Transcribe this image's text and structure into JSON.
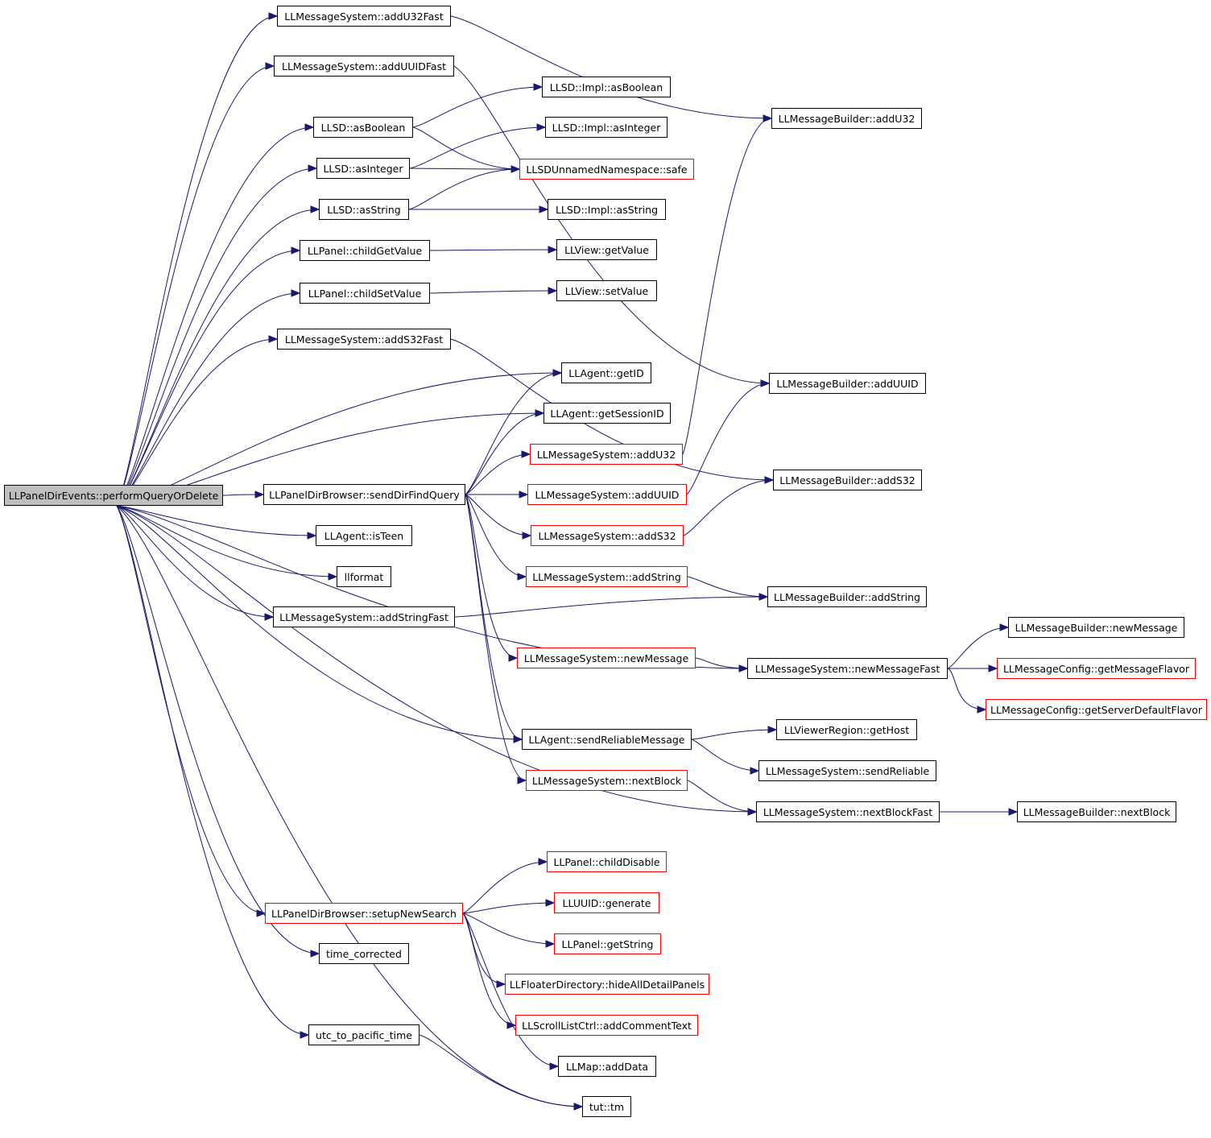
{
  "colors": {
    "edge": "#191970",
    "external_border": "#ff0000",
    "root_fill": "#bfbfbf"
  },
  "nodes": [
    {
      "id": "root",
      "label": "LLPanelDirEvents::performQueryOrDelete",
      "style": "root"
    },
    {
      "id": "addU32Fast",
      "label": "LLMessageSystem::addU32Fast",
      "style": "black"
    },
    {
      "id": "addUUIDFast",
      "label": "LLMessageSystem::addUUIDFast",
      "style": "black"
    },
    {
      "id": "asBoolean",
      "label": "LLSD::asBoolean",
      "style": "black"
    },
    {
      "id": "asInteger",
      "label": "LLSD::asInteger",
      "style": "black"
    },
    {
      "id": "asString",
      "label": "LLSD::asString",
      "style": "black"
    },
    {
      "id": "childGetValue",
      "label": "LLPanel::childGetValue",
      "style": "black"
    },
    {
      "id": "childSetValue",
      "label": "LLPanel::childSetValue",
      "style": "black"
    },
    {
      "id": "addS32Fast",
      "label": "LLMessageSystem::addS32Fast",
      "style": "black"
    },
    {
      "id": "sendDirFindQuery",
      "label": "LLPanelDirBrowser::sendDirFindQuery",
      "style": "black"
    },
    {
      "id": "isTeen",
      "label": "LLAgent::isTeen",
      "style": "black"
    },
    {
      "id": "llformat",
      "label": "llformat",
      "style": "black"
    },
    {
      "id": "addStringFast",
      "label": "LLMessageSystem::addStringFast",
      "style": "black"
    },
    {
      "id": "setupNewSearch",
      "label": "LLPanelDirBrowser::setupNewSearch",
      "style": "red"
    },
    {
      "id": "time_corrected",
      "label": "time_corrected",
      "style": "black"
    },
    {
      "id": "utc_to_pacific_time",
      "label": "utc_to_pacific_time",
      "style": "black"
    },
    {
      "id": "implAsBoolean",
      "label": "LLSD::Impl::asBoolean",
      "style": "black"
    },
    {
      "id": "implAsInteger",
      "label": "LLSD::Impl::asInteger",
      "style": "black"
    },
    {
      "id": "safe",
      "label": "LLSDUnnamedNamespace::safe",
      "style": "red"
    },
    {
      "id": "implAsString",
      "label": "LLSD::Impl::asString",
      "style": "black"
    },
    {
      "id": "getValue",
      "label": "LLView::getValue",
      "style": "black"
    },
    {
      "id": "setValue",
      "label": "LLView::setValue",
      "style": "black"
    },
    {
      "id": "getID",
      "label": "LLAgent::getID",
      "style": "black"
    },
    {
      "id": "getSessionID",
      "label": "LLAgent::getSessionID",
      "style": "black"
    },
    {
      "id": "msAddU32",
      "label": "LLMessageSystem::addU32",
      "style": "red"
    },
    {
      "id": "msAddUUID",
      "label": "LLMessageSystem::addUUID",
      "style": "red"
    },
    {
      "id": "msAddS32",
      "label": "LLMessageSystem::addS32",
      "style": "red"
    },
    {
      "id": "msAddString",
      "label": "LLMessageSystem::addString",
      "style": "red"
    },
    {
      "id": "msNewMessage",
      "label": "LLMessageSystem::newMessage",
      "style": "red"
    },
    {
      "id": "sendReliableMessage",
      "label": "LLAgent::sendReliableMessage",
      "style": "black"
    },
    {
      "id": "msNextBlock",
      "label": "LLMessageSystem::nextBlock",
      "style": "red"
    },
    {
      "id": "childDisable",
      "label": "LLPanel::childDisable",
      "style": "red"
    },
    {
      "id": "generate",
      "label": "LLUUID::generate",
      "style": "red"
    },
    {
      "id": "getString",
      "label": "LLPanel::getString",
      "style": "red"
    },
    {
      "id": "hideAllDetailPanels",
      "label": "LLFloaterDirectory::hideAllDetailPanels",
      "style": "red"
    },
    {
      "id": "addCommentText",
      "label": "LLScrollListCtrl::addCommentText",
      "style": "red"
    },
    {
      "id": "addData",
      "label": "LLMap::addData",
      "style": "black"
    },
    {
      "id": "tutTm",
      "label": "tut::tm",
      "style": "black"
    },
    {
      "id": "mbAddU32",
      "label": "LLMessageBuilder::addU32",
      "style": "black"
    },
    {
      "id": "mbAddUUID",
      "label": "LLMessageBuilder::addUUID",
      "style": "black"
    },
    {
      "id": "mbAddS32",
      "label": "LLMessageBuilder::addS32",
      "style": "black"
    },
    {
      "id": "mbAddString",
      "label": "LLMessageBuilder::addString",
      "style": "black"
    },
    {
      "id": "newMessageFast",
      "label": "LLMessageSystem::newMessageFast",
      "style": "black"
    },
    {
      "id": "getHost",
      "label": "LLViewerRegion::getHost",
      "style": "black"
    },
    {
      "id": "sendReliable",
      "label": "LLMessageSystem::sendReliable",
      "style": "black"
    },
    {
      "id": "nextBlockFast",
      "label": "LLMessageSystem::nextBlockFast",
      "style": "black"
    },
    {
      "id": "mbNewMessage",
      "label": "LLMessageBuilder::newMessage",
      "style": "black"
    },
    {
      "id": "getMessageFlavor",
      "label": "LLMessageConfig::getMessageFlavor",
      "style": "red"
    },
    {
      "id": "getServerDefaultFlavor",
      "label": "LLMessageConfig::getServerDefaultFlavor",
      "style": "red"
    },
    {
      "id": "mbNextBlock",
      "label": "LLMessageBuilder::nextBlock",
      "style": "black"
    }
  ],
  "edges": [
    [
      "root",
      "addU32Fast"
    ],
    [
      "root",
      "addUUIDFast"
    ],
    [
      "root",
      "asBoolean"
    ],
    [
      "root",
      "asInteger"
    ],
    [
      "root",
      "asString"
    ],
    [
      "root",
      "childGetValue"
    ],
    [
      "root",
      "childSetValue"
    ],
    [
      "root",
      "addS32Fast"
    ],
    [
      "root",
      "getID"
    ],
    [
      "root",
      "getSessionID"
    ],
    [
      "root",
      "sendDirFindQuery"
    ],
    [
      "root",
      "isTeen"
    ],
    [
      "root",
      "llformat"
    ],
    [
      "root",
      "addStringFast"
    ],
    [
      "root",
      "newMessageFast"
    ],
    [
      "root",
      "sendReliableMessage"
    ],
    [
      "root",
      "nextBlockFast"
    ],
    [
      "root",
      "setupNewSearch"
    ],
    [
      "root",
      "time_corrected"
    ],
    [
      "root",
      "utc_to_pacific_time"
    ],
    [
      "root",
      "tutTm"
    ],
    [
      "addU32Fast",
      "mbAddU32"
    ],
    [
      "addUUIDFast",
      "mbAddUUID"
    ],
    [
      "addS32Fast",
      "mbAddS32"
    ],
    [
      "asBoolean",
      "implAsBoolean"
    ],
    [
      "asBoolean",
      "safe"
    ],
    [
      "asInteger",
      "implAsInteger"
    ],
    [
      "asInteger",
      "safe"
    ],
    [
      "asString",
      "safe"
    ],
    [
      "asString",
      "implAsString"
    ],
    [
      "childGetValue",
      "getValue"
    ],
    [
      "childSetValue",
      "setValue"
    ],
    [
      "addStringFast",
      "mbAddString"
    ],
    [
      "sendDirFindQuery",
      "getID"
    ],
    [
      "sendDirFindQuery",
      "getSessionID"
    ],
    [
      "sendDirFindQuery",
      "msAddU32"
    ],
    [
      "sendDirFindQuery",
      "msAddUUID"
    ],
    [
      "sendDirFindQuery",
      "msAddS32"
    ],
    [
      "sendDirFindQuery",
      "msAddString"
    ],
    [
      "sendDirFindQuery",
      "msNewMessage"
    ],
    [
      "sendDirFindQuery",
      "sendReliableMessage"
    ],
    [
      "sendDirFindQuery",
      "msNextBlock"
    ],
    [
      "msAddU32",
      "mbAddU32"
    ],
    [
      "msAddUUID",
      "mbAddUUID"
    ],
    [
      "msAddS32",
      "mbAddS32"
    ],
    [
      "msAddString",
      "mbAddString"
    ],
    [
      "msNewMessage",
      "newMessageFast"
    ],
    [
      "sendReliableMessage",
      "getHost"
    ],
    [
      "sendReliableMessage",
      "sendReliable"
    ],
    [
      "msNextBlock",
      "nextBlockFast"
    ],
    [
      "newMessageFast",
      "mbNewMessage"
    ],
    [
      "newMessageFast",
      "getMessageFlavor"
    ],
    [
      "newMessageFast",
      "getServerDefaultFlavor"
    ],
    [
      "nextBlockFast",
      "mbNextBlock"
    ],
    [
      "setupNewSearch",
      "childDisable"
    ],
    [
      "setupNewSearch",
      "generate"
    ],
    [
      "setupNewSearch",
      "getString"
    ],
    [
      "setupNewSearch",
      "hideAllDetailPanels"
    ],
    [
      "setupNewSearch",
      "addCommentText"
    ],
    [
      "setupNewSearch",
      "addData"
    ],
    [
      "utc_to_pacific_time",
      "tutTm"
    ]
  ]
}
